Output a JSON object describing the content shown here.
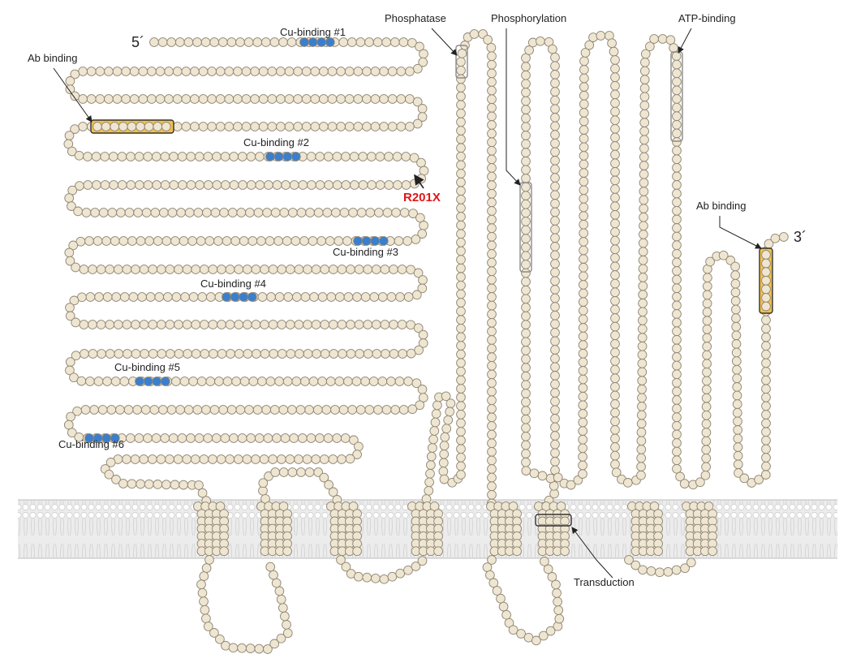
{
  "ends": {
    "five_prime": "5´",
    "three_prime": "3´"
  },
  "labels": {
    "ab_binding_1": "Ab binding",
    "ab_binding_2": "Ab binding",
    "cu1": "Cu-binding #1",
    "cu2": "Cu-binding #2",
    "cu3": "Cu-binding #3",
    "cu4": "Cu-binding #4",
    "cu5": "Cu-binding #5",
    "cu6": "Cu-binding #6",
    "mutation": "R201X",
    "phosphatase": "Phosphatase",
    "phosphorylation": "Phosphorylation",
    "atp_binding": "ATP-binding",
    "transduction": "Transduction"
  },
  "colors": {
    "bead_fill": "#efe6d2",
    "cu_bead": "#3a7fce",
    "ab_highlight": "#f2c14a",
    "membrane": "#e3e3e3",
    "mutation": "#e0161b"
  }
}
